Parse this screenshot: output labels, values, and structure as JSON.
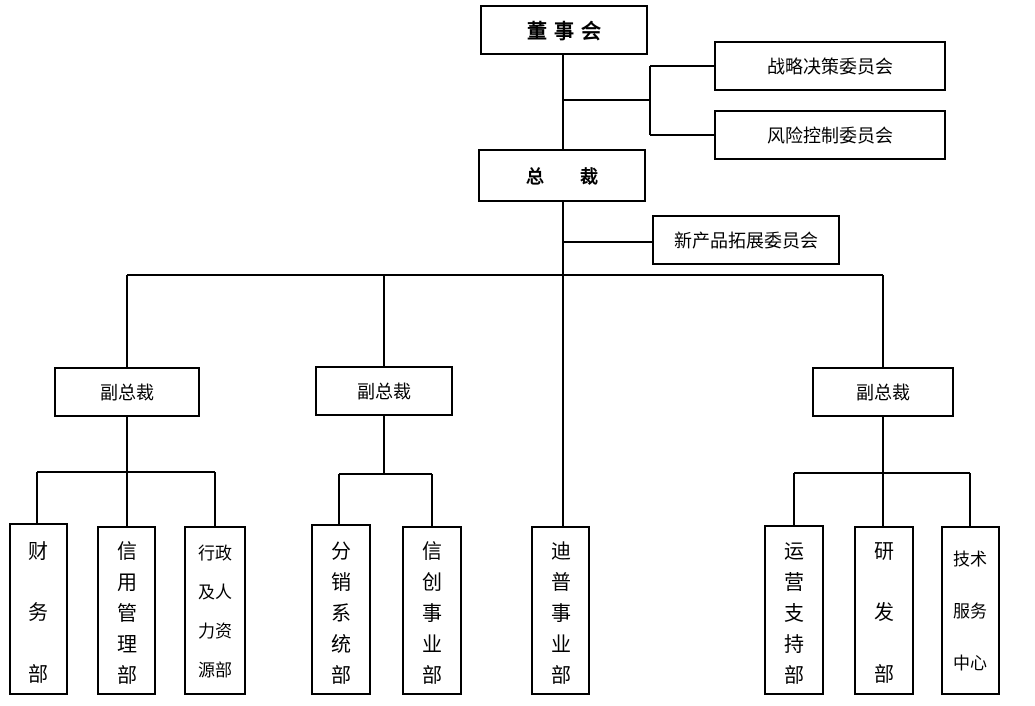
{
  "board": "董 事 会",
  "committees": {
    "strategy": "战略决策委员会",
    "risk": "风险控制委员会",
    "new_product": "新产品拓展委员会"
  },
  "president": "总　　裁",
  "vice_presidents": [
    "副总裁",
    "副总裁",
    "副总裁"
  ],
  "departments": [
    [
      "财",
      "务",
      "部"
    ],
    [
      "信",
      "用",
      "管",
      "理",
      "部"
    ],
    [
      "行政",
      "及人",
      "力资",
      "源部"
    ],
    [
      "分",
      "销",
      "系",
      "统",
      "部"
    ],
    [
      "信",
      "创",
      "事",
      "业",
      "部"
    ],
    [
      "迪",
      "普",
      "事",
      "业",
      "部"
    ],
    [
      "运",
      "营",
      "支",
      "持",
      "部"
    ],
    [
      "研",
      "发",
      "部"
    ],
    [
      "技术",
      "服务",
      "中心"
    ]
  ]
}
